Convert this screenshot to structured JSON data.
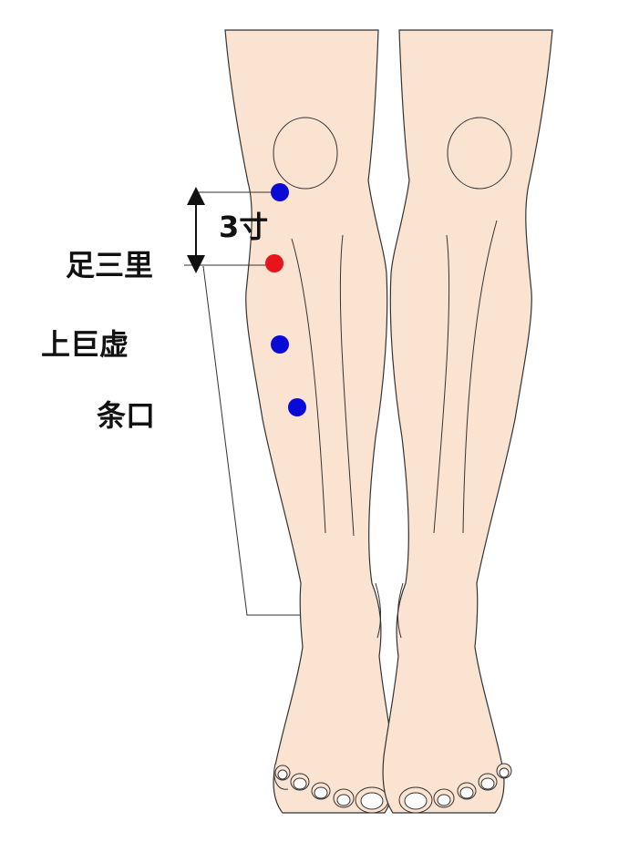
{
  "labels": {
    "measure": "3寸",
    "zusanli": "足三里",
    "shangjuxu": "上巨虚",
    "tiaokou": "条口"
  },
  "colors": {
    "skin": "#fbe3d1",
    "outline": "#333333",
    "main_point": "#e8141b",
    "other_point": "#0a0ad6",
    "text": "#111111"
  }
}
